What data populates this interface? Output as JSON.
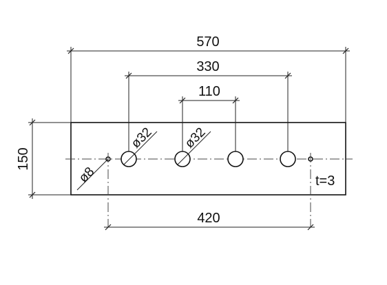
{
  "dimensions": {
    "overall_width": "570",
    "outer_hole_spacing": "330",
    "inner_hole_spacing": "110",
    "small_hole_spacing": "420",
    "height": "150"
  },
  "hole_labels": {
    "large_hole_1": "ø32",
    "large_hole_2": "ø32",
    "small_hole": "ø8"
  },
  "thickness_note": "t=3"
}
